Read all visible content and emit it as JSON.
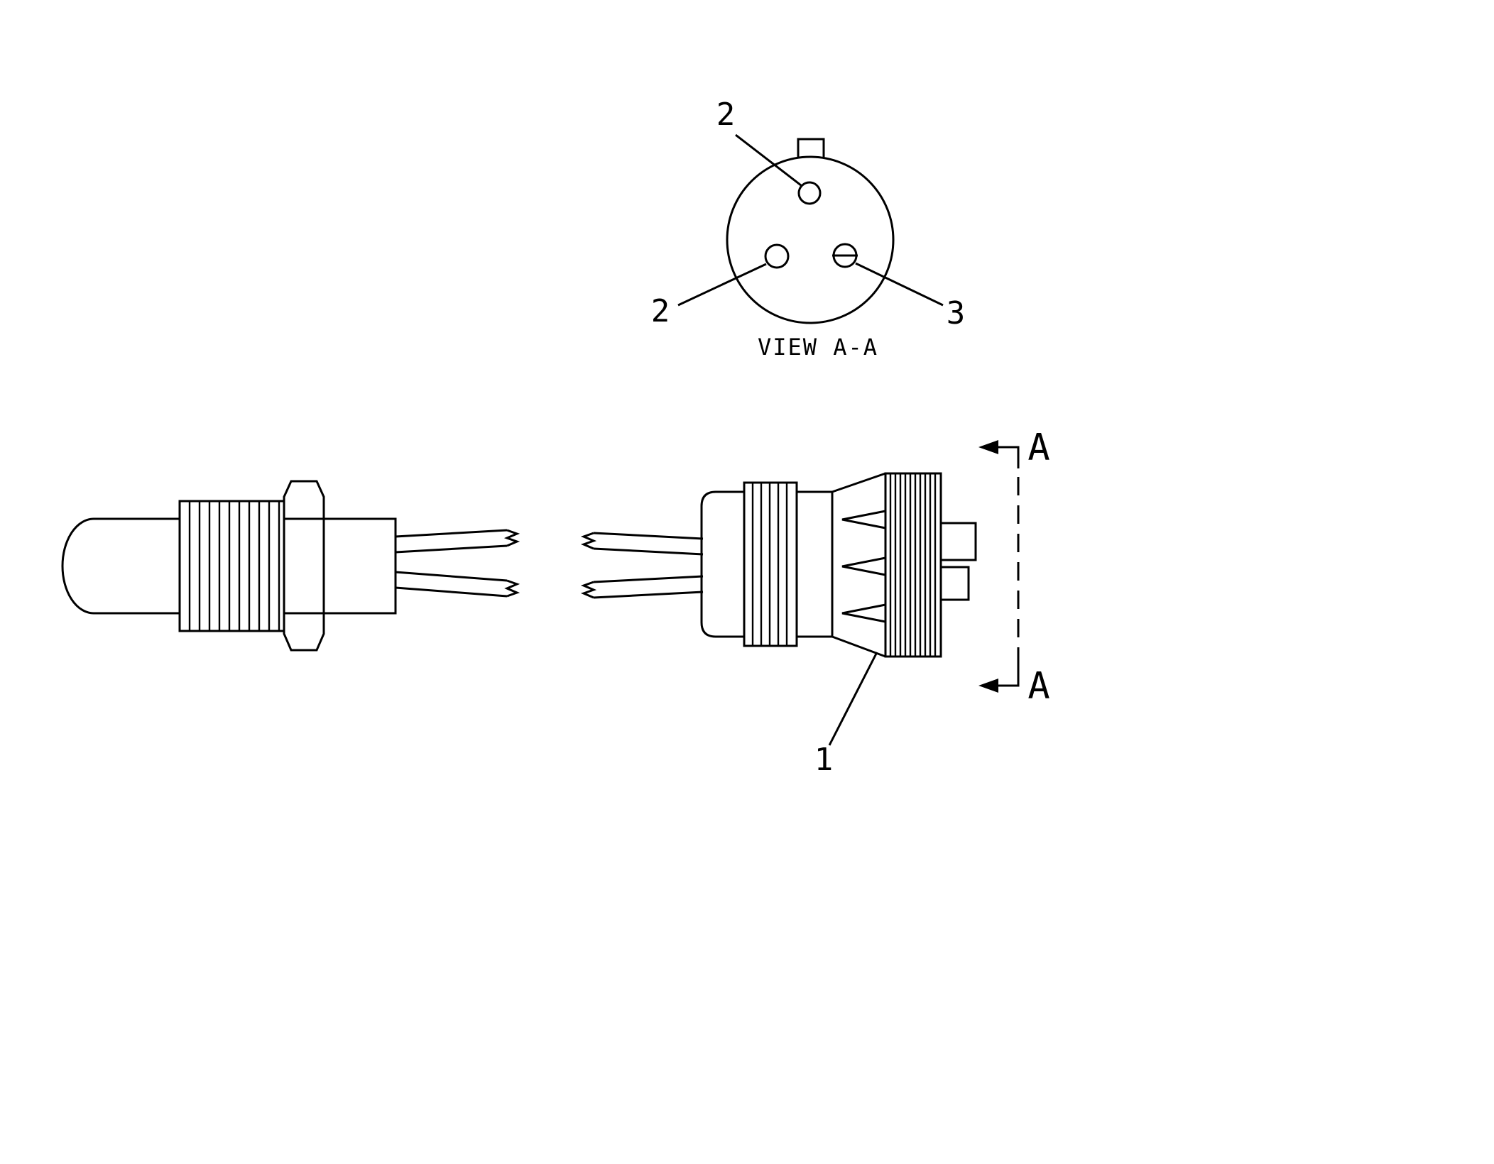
{
  "colors": {
    "line": "#000000",
    "background": "#ffffff"
  },
  "view_aa": {
    "caption": "VIEW A-A",
    "pin_top_label": "2",
    "pin_left_label": "2",
    "pin_right_label": "3"
  },
  "section_markers": {
    "top_label": "A",
    "bottom_label": "A"
  },
  "connector": {
    "label": "1"
  }
}
